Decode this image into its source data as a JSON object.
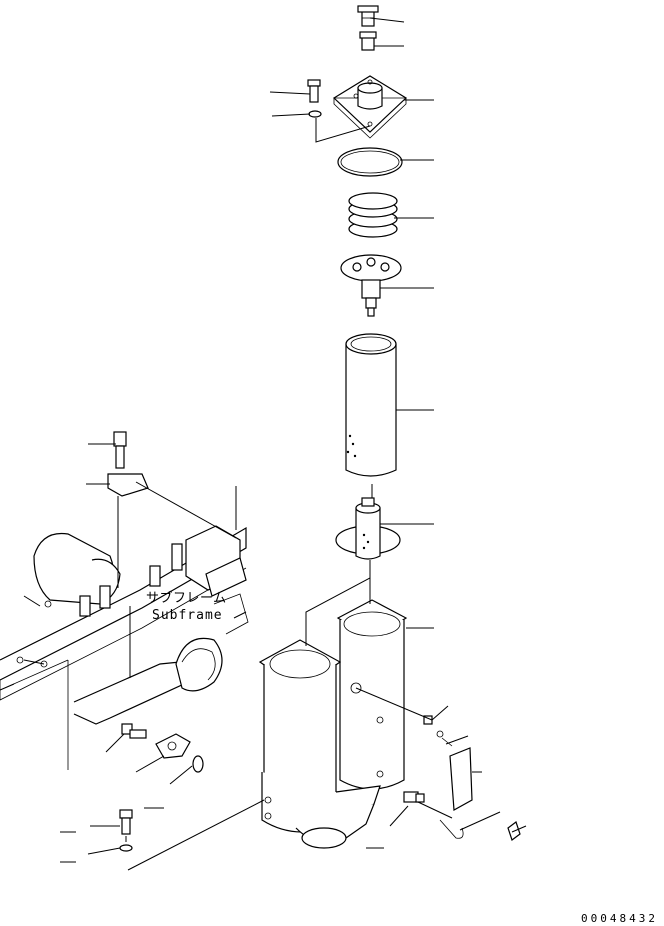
{
  "labels": {
    "subframe_jp": "サブフレーム",
    "subframe_en": "Subframe"
  },
  "drawing_number": "00048432"
}
